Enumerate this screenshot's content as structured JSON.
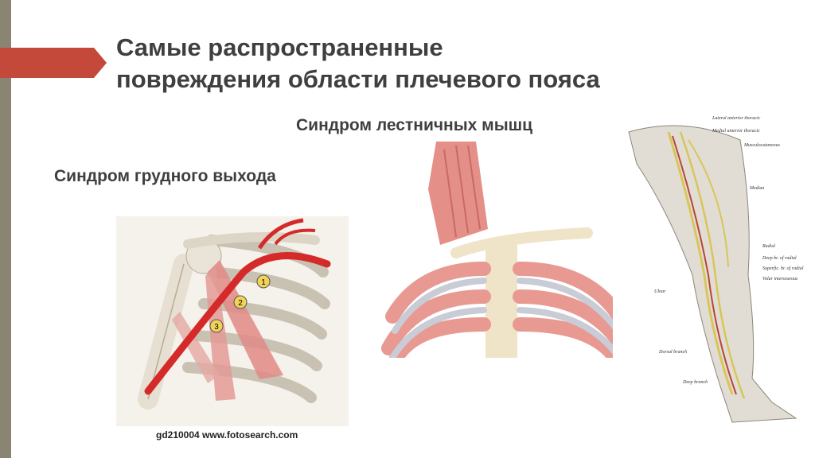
{
  "slide": {
    "title_line1": "Самые распространенные",
    "title_line2": "повреждения области плечевого пояса",
    "label_scalene": "Синдром лестничных мышц",
    "label_thoracic_outlet": "Синдром грудного выхода",
    "image_credit": "gd210004 www.fotosearch.com"
  },
  "shoulder_figure": {
    "markers": [
      "1",
      "2",
      "3"
    ]
  },
  "arm_figure": {
    "nerve_labels": [
      "Lateral anterior thoracic",
      "Medial anterior thoracic",
      "Musculocutaneous",
      "Median",
      "Radial",
      "Deep br. of radial",
      "Superfic. br. of radial",
      "Volar interosseous",
      "Ulnar",
      "Dorsal branch",
      "Deep branch"
    ]
  },
  "colors": {
    "accent": "#c4493a",
    "sidebar": "#8a8472",
    "title_text": "#3f3f3f"
  }
}
